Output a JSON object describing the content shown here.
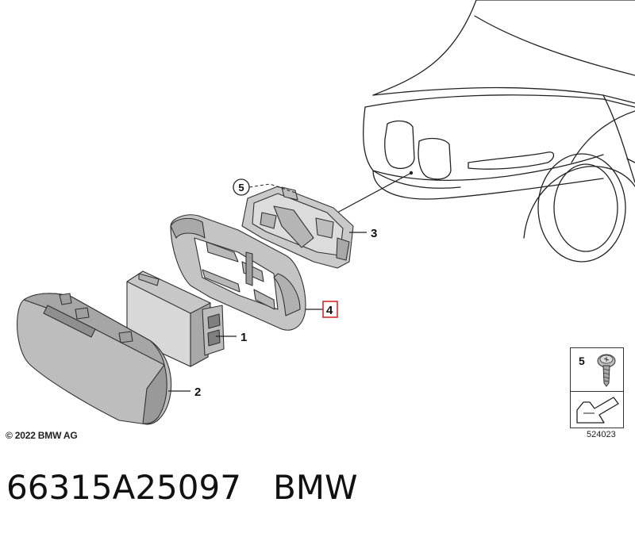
{
  "callouts": {
    "part1": "1",
    "part2": "2",
    "part3": "3",
    "part4": "4",
    "part5": "5"
  },
  "highlight_color": "#d6282b",
  "copyright": "© 2022 BMW AG",
  "legend": {
    "item_number": "5"
  },
  "reference_number": "524023",
  "footer": {
    "part_number": "66315A25097",
    "brand": "BMW"
  }
}
